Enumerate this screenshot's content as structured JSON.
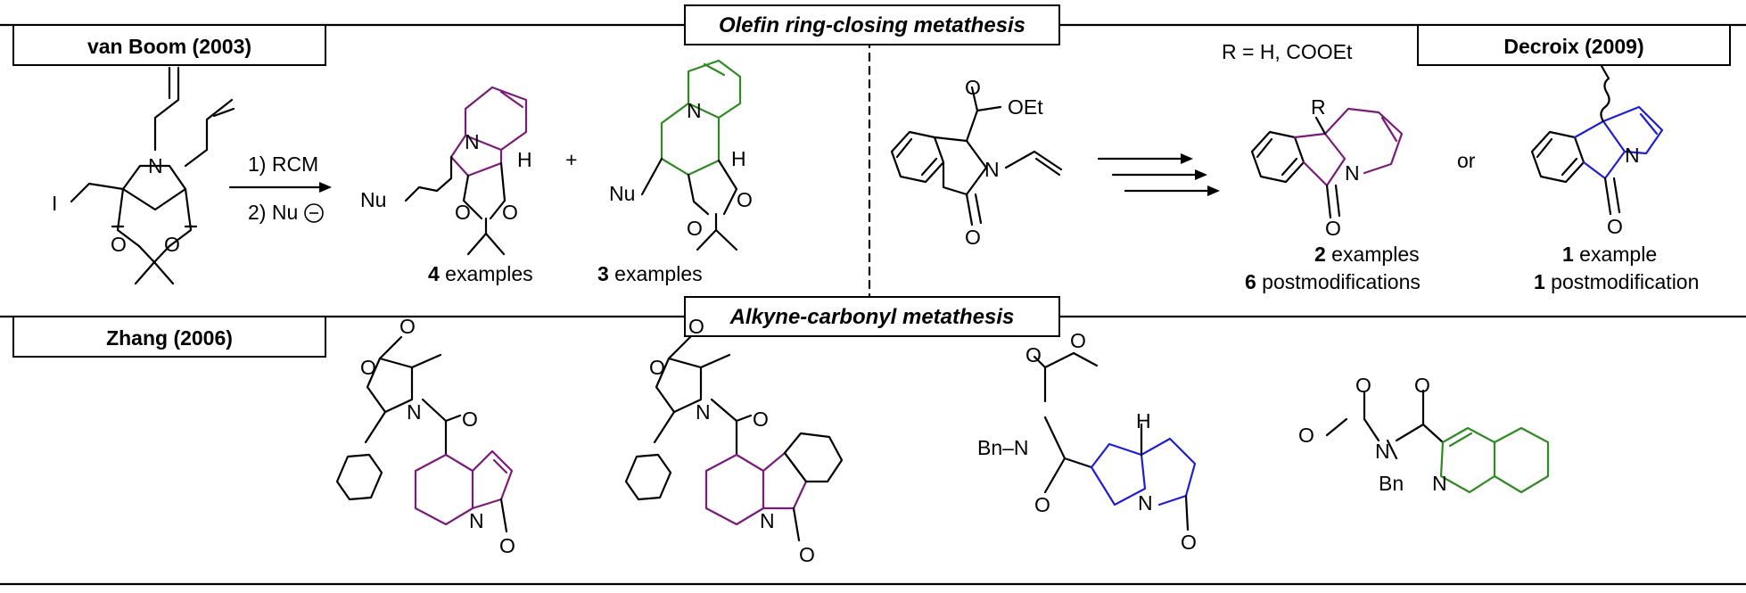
{
  "sections": {
    "rcm": "Olefin ring-closing metathesis",
    "acm": "Alkyne-carbonyl metathesis"
  },
  "authors": {
    "vanboom": "van Boom (2003)",
    "decroix": "Decroix (2009)",
    "zhang": "Zhang (2006)"
  },
  "vanboom": {
    "step1": "1) RCM",
    "step2": "2) Nu",
    "plus": "+",
    "prod1_count": "4",
    "prod1_text": " examples",
    "prod2_count": "3",
    "prod2_text": " examples"
  },
  "decroix": {
    "r_def": "R = H, COOEt",
    "or": "or",
    "prodA_count": "2",
    "prodA_text": " examples",
    "prodA_post_count": "6",
    "prodA_post_text": " postmodifications",
    "prodB_count": "1",
    "prodB_text": " example",
    "prodB_post_count": "1",
    "prodB_post_text": " postmodification"
  },
  "atoms": {
    "N": "N",
    "O": "O",
    "I": "I",
    "H": "H",
    "R": "R",
    "Nu": "Nu",
    "OEt": "OEt",
    "Bn": "Bn",
    "BnN": "Bn–N"
  },
  "colors": {
    "purple": "#7a1a7a",
    "green": "#2e8b22",
    "blue": "#1f1fd0"
  }
}
